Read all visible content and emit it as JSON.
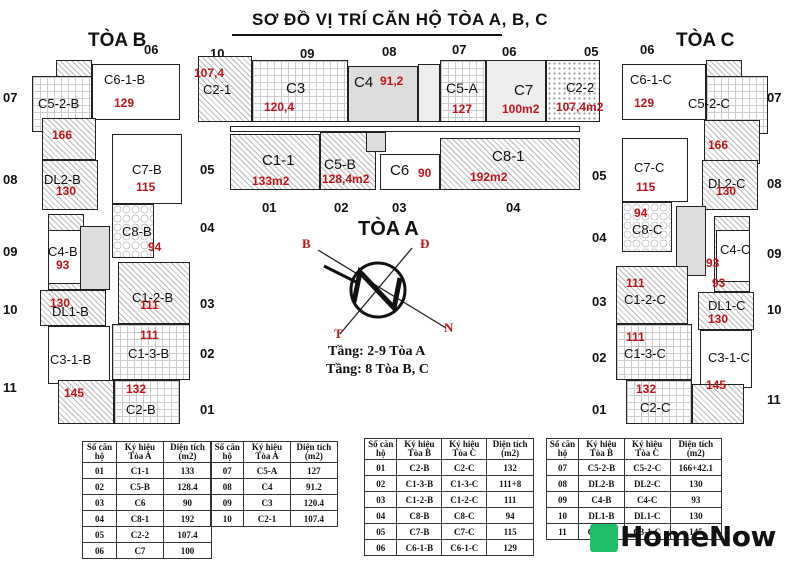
{
  "title": "SƠ ĐỒ VỊ TRÍ CĂN HỘ TÒA A, B, C",
  "towers": {
    "b": "TÒA B",
    "c": "TÒA C",
    "a": "TÒA A"
  },
  "floors": [
    "Tầng: 2-9 Tòa A",
    "Tầng: 8 Tòa B, C"
  ],
  "compass": {
    "b": "B",
    "d": "Đ",
    "n": "N",
    "t": "T"
  },
  "numbers": {
    "top": [
      "06",
      "10",
      "09",
      "08",
      "07",
      "06",
      "05",
      "06"
    ],
    "a_bottom": [
      "01",
      "02",
      "03",
      "04"
    ],
    "b_left": [
      "07",
      "08",
      "09",
      "10",
      "11"
    ],
    "b_right": [
      "05",
      "04",
      "03",
      "02",
      "01"
    ],
    "c_left": [
      "05",
      "04",
      "03",
      "02",
      "01"
    ],
    "c_right": [
      "07",
      "08",
      "09",
      "10",
      "11"
    ]
  },
  "units": {
    "c11": {
      "name": "C1-1",
      "area": "133m2"
    },
    "c5b": {
      "name": "C5-B",
      "area": "128,4m2"
    },
    "c6": {
      "name": "C6",
      "area": "90"
    },
    "c81": {
      "name": "C8-1",
      "area": "192m2"
    },
    "c21": {
      "name": "C2-1",
      "area": "107,4"
    },
    "c3": {
      "name": "C3",
      "area": "120,4"
    },
    "c4": {
      "name": "C4",
      "area": "91,2"
    },
    "c5a": {
      "name": "C5-A",
      "area": "127"
    },
    "c7": {
      "name": "C7",
      "area": "100m2"
    },
    "c22": {
      "name": "C2-2",
      "area": "107,4m2"
    },
    "c61b": {
      "name": "C6-1-B",
      "area": "129"
    },
    "c52b": {
      "name": "C5-2-B",
      "area": "166"
    },
    "dl2b": {
      "name": "DL2-B",
      "area": "130"
    },
    "c7b": {
      "name": "C7-B",
      "area": "115"
    },
    "c8b": {
      "name": "C8-B",
      "area": "94"
    },
    "c4b": {
      "name": "C4-B",
      "area": "93"
    },
    "c12b": {
      "name": "C1-2-B",
      "area": "111"
    },
    "dl1b": {
      "name": "DL1-B",
      "area": "130"
    },
    "c13b": {
      "name": "C1-3-B",
      "area": "111"
    },
    "c31b": {
      "name": "C3-1-B",
      "area": "145"
    },
    "c2b": {
      "name": "C2-B",
      "area": "132"
    },
    "c61c": {
      "name": "C6-1-C",
      "area": "129"
    },
    "c52c": {
      "name": "C5-2-C",
      "area": "166"
    },
    "c7c": {
      "name": "C7-C",
      "area": "115"
    },
    "dl2c": {
      "name": "DL2-C",
      "area": "130"
    },
    "c8c": {
      "name": "C8-C",
      "area": "94"
    },
    "c4c": {
      "name": "C4-C",
      "area": "93"
    },
    "c12c": {
      "name": "C1-2-C",
      "area": "111"
    },
    "dl1c": {
      "name": "DL1-C",
      "area": "130"
    },
    "c13c": {
      "name": "C1-3-C",
      "area": "111"
    },
    "c31c": {
      "name": "C3-1-C",
      "area": "145"
    },
    "c2c": {
      "name": "C2-C",
      "area": "132"
    }
  },
  "table1": {
    "headers": [
      "Số căn hộ",
      "Ký hiệu Tòa A",
      "Diện tích (m2)"
    ],
    "rows": [
      [
        "01",
        "C1-1",
        "133"
      ],
      [
        "02",
        "C5-B",
        "128.4"
      ],
      [
        "03",
        "C6",
        "90"
      ],
      [
        "04",
        "C8-1",
        "192"
      ],
      [
        "05",
        "C2-2",
        "107.4"
      ],
      [
        "06",
        "C7",
        "100"
      ]
    ]
  },
  "table2": {
    "headers": [
      "Số căn hộ",
      "Ký hiệu Tòa A",
      "Diện tích (m2)"
    ],
    "rows": [
      [
        "07",
        "C5-A",
        "127"
      ],
      [
        "08",
        "C4",
        "91.2"
      ],
      [
        "09",
        "C3",
        "120.4"
      ],
      [
        "10",
        "C2-1",
        "107.4"
      ]
    ]
  },
  "table3": {
    "headers": [
      "Số căn hộ",
      "Ký hiệu Tòa B",
      "Ký hiệu Tòa C",
      "Diện tích (m2)"
    ],
    "rows": [
      [
        "01",
        "C2-B",
        "C2-C",
        "132"
      ],
      [
        "02",
        "C1-3-B",
        "C1-3-C",
        "111+8"
      ],
      [
        "03",
        "C1-2-B",
        "C1-2-C",
        "111"
      ],
      [
        "04",
        "C8-B",
        "C8-C",
        "94"
      ],
      [
        "05",
        "C7-B",
        "C7-C",
        "115"
      ],
      [
        "06",
        "C6-1-B",
        "C6-1-C",
        "129"
      ]
    ]
  },
  "table4": {
    "headers": [
      "Số căn hộ",
      "Ký hiệu Tòa B",
      "Ký hiệu Tòa C",
      "Diện tích (m2)"
    ],
    "rows": [
      [
        "07",
        "C5-2-B",
        "C5-2-C",
        "166+42.1"
      ],
      [
        "08",
        "DL2-B",
        "DL2-C",
        "130"
      ],
      [
        "09",
        "C4-B",
        "C4-C",
        "93"
      ],
      [
        "10",
        "DL1-B",
        "DL1-C",
        "130"
      ],
      [
        "11",
        "C3-1-B",
        "C3-1-C",
        "145"
      ]
    ]
  },
  "logo": {
    "text": "HomeNow",
    "color": "#1fbf6a"
  }
}
